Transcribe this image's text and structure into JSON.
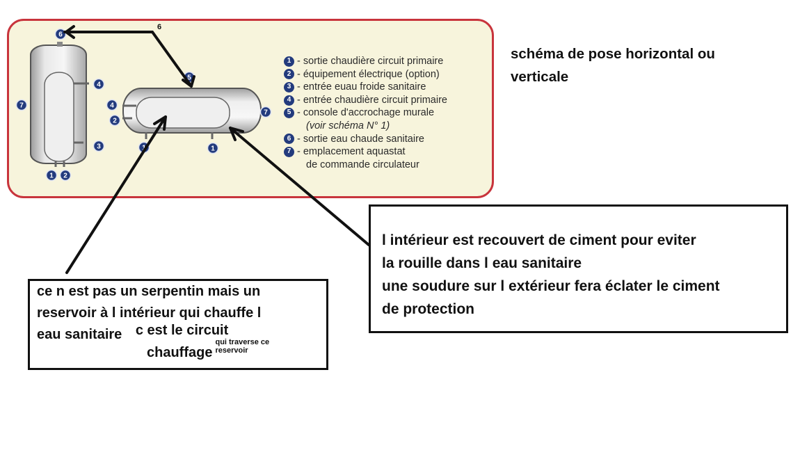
{
  "diagram": {
    "label_6": "6",
    "tank_markers": {
      "vertical": [
        "6",
        "4",
        "7",
        "3",
        "1",
        "2"
      ],
      "horizontal": [
        "5",
        "4",
        "2",
        "1",
        "1",
        "7"
      ]
    },
    "legend": [
      {
        "num": "1",
        "text": "- sortie chaudière circuit primaire"
      },
      {
        "num": "2",
        "text": "- équipement électrique (option)"
      },
      {
        "num": "3",
        "text": "- entrée euau froide sanitaire"
      },
      {
        "num": "4",
        "text": "- entrée chaudière circuit primaire"
      },
      {
        "num": "5",
        "text": "- console d'accrochage murale"
      },
      {
        "num": "",
        "text": "(voir schéma N° 1)",
        "note": true
      },
      {
        "num": "6",
        "text": "- sortie eau chaude sanitaire"
      },
      {
        "num": "7",
        "text": "- emplacement aquastat"
      },
      {
        "num": "",
        "text": "de commande circulateur"
      }
    ]
  },
  "title_right": {
    "line1": "schéma de pose horizontal ou",
    "line2": "verticale"
  },
  "box_right": {
    "lines": [
      "l intérieur est recouvert de ciment pour eviter",
      "la rouille dans l eau sanitaire",
      "une soudure sur l extérieur fera éclater le ciment",
      "de protection"
    ]
  },
  "box_left": {
    "line1": "ce n est pas un serpentin mais un",
    "line2": "reservoir à l intérieur qui  chauffe l",
    "line3a": "eau sanitaire",
    "line3b": "c est le circuit",
    "line4a": "chauffage",
    "line4b_1": "qui traverse ce",
    "line4b_2": "reservoir"
  }
}
